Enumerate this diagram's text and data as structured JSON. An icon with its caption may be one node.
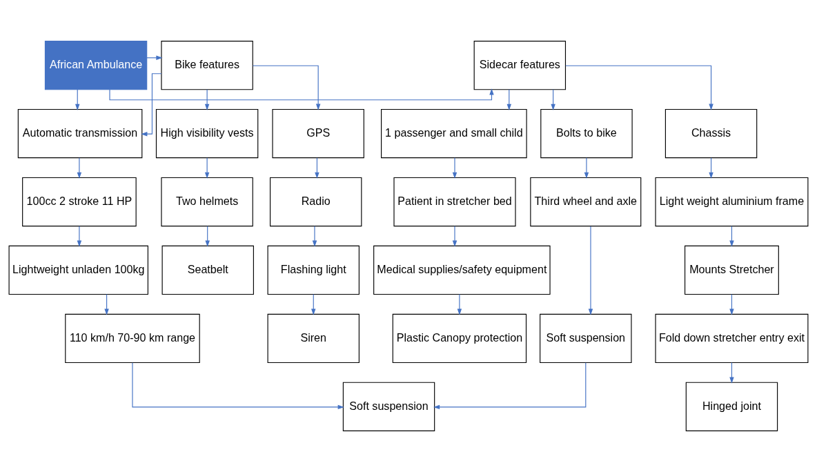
{
  "diagram": {
    "nodes": [
      {
        "text": [
          "African Ambulance"
        ]
      },
      {
        "text": [
          "Sidecar features"
        ]
      },
      {
        "text": [
          "Bike features"
        ]
      },
      {
        "text": [
          "1 passenger and small child"
        ]
      },
      {
        "text": [
          "Chassis"
        ]
      },
      {
        "text": [
          "Bolts to bike"
        ]
      },
      {
        "text": [
          "Automatic transmission"
        ]
      },
      {
        "text": [
          "GPS"
        ]
      },
      {
        "text": [
          "High visibility vests"
        ]
      },
      {
        "text": [
          "Patient in stretcher bed"
        ]
      },
      {
        "text": [
          "Light weight aluminium frame"
        ]
      },
      {
        "text": [
          "Third wheel and axle"
        ]
      },
      {
        "text": [
          "100cc 2 stroke 11 HP"
        ]
      },
      {
        "text": [
          "Radio"
        ]
      },
      {
        "text": [
          "Two helmets"
        ]
      },
      {
        "text": [
          "Medical supplies/safety equipment"
        ]
      },
      {
        "text": [
          "Mounts Stretcher"
        ]
      },
      {
        "text": [
          "Soft suspension"
        ]
      },
      {
        "text": [
          "Lightweight unladen 100kg"
        ]
      },
      {
        "text": [
          "Flashing light"
        ]
      },
      {
        "text": [
          "Seatbelt"
        ]
      },
      {
        "text": [
          "Plastic Canopy protection"
        ]
      },
      {
        "text": [
          "Fold down stretcher entry exit"
        ]
      },
      {
        "text": [
          "110 km/h 70-90 km range"
        ]
      },
      {
        "text": [
          "Siren"
        ]
      },
      {
        "text": [
          "Hinged joint"
        ]
      },
      {
        "text": [
          "Soft suspension"
        ]
      }
    ],
    "edges": [
      {
        "from": 0,
        "to": 1,
        "arrow": "to"
      },
      {
        "from": 0,
        "to": 2,
        "arrow": "to"
      },
      {
        "from": 0,
        "to": 6,
        "arrow": "to"
      },
      {
        "from": 1,
        "to": 3,
        "arrow": "to"
      },
      {
        "from": 1,
        "to": 4,
        "arrow": "to"
      },
      {
        "from": 1,
        "to": 5,
        "arrow": "to"
      },
      {
        "from": 2,
        "to": 6,
        "arrow": "to"
      },
      {
        "from": 2,
        "to": 7,
        "arrow": "to"
      },
      {
        "from": 2,
        "to": 8,
        "arrow": "to"
      },
      {
        "from": 3,
        "to": 9,
        "arrow": "to"
      },
      {
        "from": 9,
        "to": 15,
        "arrow": "to"
      },
      {
        "from": 15,
        "to": 21,
        "arrow": "to"
      },
      {
        "from": 4,
        "to": 10,
        "arrow": "to"
      },
      {
        "from": 10,
        "to": 16,
        "arrow": "to"
      },
      {
        "from": 16,
        "to": 22,
        "arrow": "to"
      },
      {
        "from": 22,
        "to": 25,
        "arrow": "to"
      },
      {
        "from": 5,
        "to": 11,
        "arrow": "to"
      },
      {
        "from": 11,
        "to": 17,
        "arrow": "to"
      },
      {
        "from": 17,
        "to": 26,
        "arrow": "to"
      },
      {
        "from": 6,
        "to": 12,
        "arrow": "to"
      },
      {
        "from": 12,
        "to": 18,
        "arrow": "to"
      },
      {
        "from": 18,
        "to": 23,
        "arrow": "to"
      },
      {
        "from": 23,
        "to": 26,
        "arrow": "to"
      },
      {
        "from": 7,
        "to": 13,
        "arrow": "to"
      },
      {
        "from": 13,
        "to": 19,
        "arrow": "to"
      },
      {
        "from": 19,
        "to": 24,
        "arrow": "to"
      },
      {
        "from": 8,
        "to": 14,
        "arrow": "to"
      },
      {
        "from": 14,
        "to": 20,
        "arrow": "to"
      }
    ]
  }
}
